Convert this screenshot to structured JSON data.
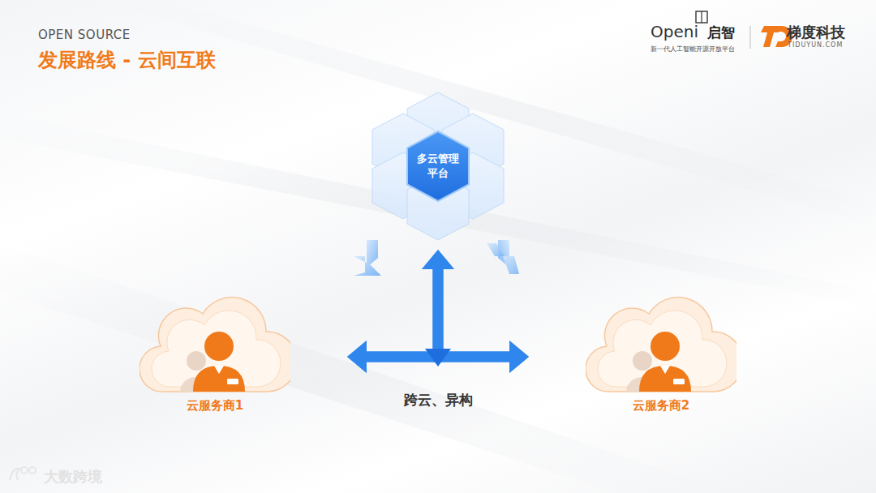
{
  "diagram": {
    "title": "发展路线 - 云间互联",
    "nodes": [
      {
        "text": [
          "多云管理 平台"
        ]
      },
      {
        "text": [
          "云服务商1"
        ]
      },
      {
        "text": [
          "云服务商2"
        ]
      }
    ],
    "edges": [
      {
        "from": 1,
        "to": 2,
        "label": "跨云、异构",
        "arrow": "both"
      },
      {
        "from": 0,
        "to": 1,
        "arrow": "both"
      },
      {
        "from": 0,
        "to": 2,
        "arrow": "both"
      }
    ],
    "labels": [
      "OPEN SOURCE",
      "Openi",
      "启智",
      "新一代人工智能开源开放平台",
      "梯度科技",
      "TIDUYUN.COM",
      "大数跨境"
    ]
  }
}
